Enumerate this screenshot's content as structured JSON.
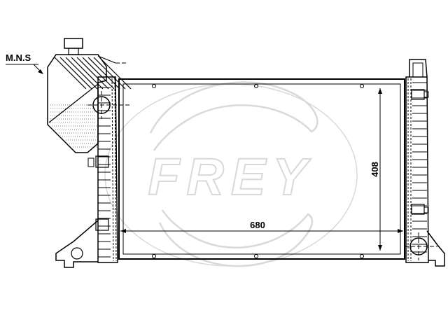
{
  "labels": {
    "part_label": "M.N.S",
    "width_dimension": "680",
    "height_dimension": "408"
  },
  "watermark": {
    "brand": "FREY"
  },
  "colors": {
    "line": "#000000",
    "watermark": "#d9d9d9",
    "background": "#ffffff"
  }
}
